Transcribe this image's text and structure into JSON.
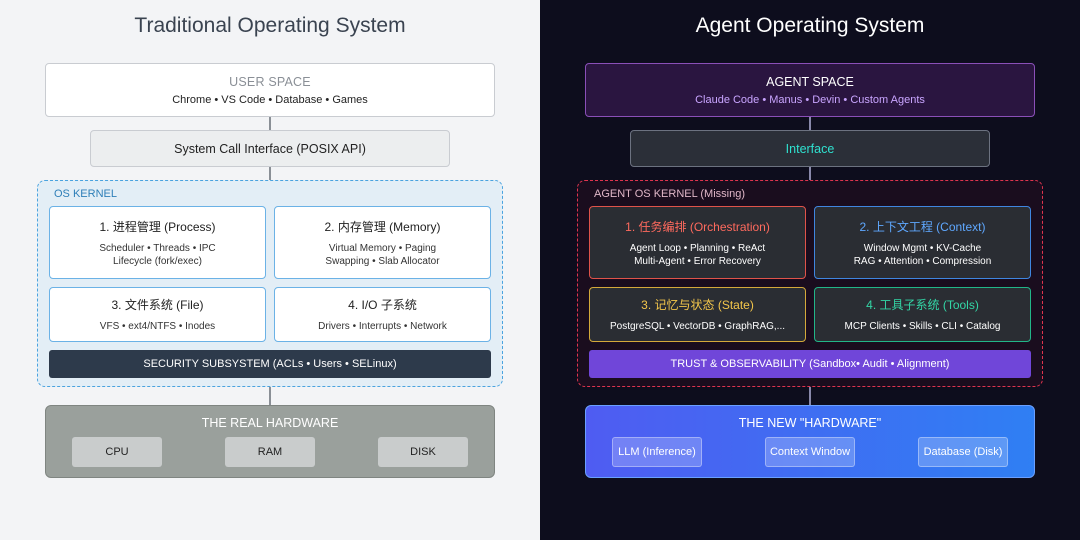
{
  "left": {
    "title": "Traditional Operating System",
    "user_space": {
      "heading": "USER SPACE",
      "items": "Chrome • VS Code • Database • Games"
    },
    "syscall": "System Call Interface (POSIX API)",
    "kernel": {
      "label": "OS KERNEL",
      "boxes": [
        {
          "title": "1. 进程管理 (Process)",
          "line1": "Scheduler • Threads • IPC",
          "line2": "Lifecycle (fork/exec)"
        },
        {
          "title": "2. 内存管理 (Memory)",
          "line1": "Virtual Memory • Paging",
          "line2": "Swapping • Slab Allocator"
        },
        {
          "title": "3. 文件系统 (File)",
          "line1": "VFS • ext4/NTFS • Inodes",
          "line2": ""
        },
        {
          "title": "4. I/O 子系统",
          "line1": "Drivers • Interrupts • Network",
          "line2": ""
        }
      ],
      "security": "SECURITY SUBSYSTEM (ACLs • Users • SELinux)"
    },
    "hardware": {
      "title": "THE REAL HARDWARE",
      "chips": [
        "CPU",
        "RAM",
        "DISK"
      ]
    }
  },
  "right": {
    "title": "Agent Operating System",
    "agent_space": {
      "heading": "AGENT SPACE",
      "items": "Claude Code • Manus • Devin • Custom Agents"
    },
    "interface": "Interface",
    "kernel": {
      "label": "AGENT OS KERNEL (Missing)",
      "boxes": [
        {
          "title": "1. 任务编排 (Orchestration)",
          "line1": "Agent Loop • Planning • ReAct",
          "line2": "Multi-Agent • Error Recovery"
        },
        {
          "title": "2. 上下文工程 (Context)",
          "line1": "Window Mgmt • KV-Cache",
          "line2": "RAG • Attention • Compression"
        },
        {
          "title": "3. 记忆与状态 (State)",
          "line1": "PostgreSQL • VectorDB • GraphRAG,...",
          "line2": ""
        },
        {
          "title": "4. 工具子系统 (Tools)",
          "line1": "MCP Clients • Skills • CLI •  Catalog",
          "line2": ""
        }
      ],
      "trust": "TRUST & OBSERVABILITY (Sandbox• Audit • Alignment)"
    },
    "hardware": {
      "title": "THE NEW \"HARDWARE\"",
      "chips": [
        "LLM (Inference)",
        "Context Window",
        "Database (Disk)"
      ]
    }
  },
  "colors": {
    "orchestration": "#ff6a5e",
    "context": "#5fa8ff",
    "state": "#f3c64b",
    "tools": "#33d6a6"
  }
}
